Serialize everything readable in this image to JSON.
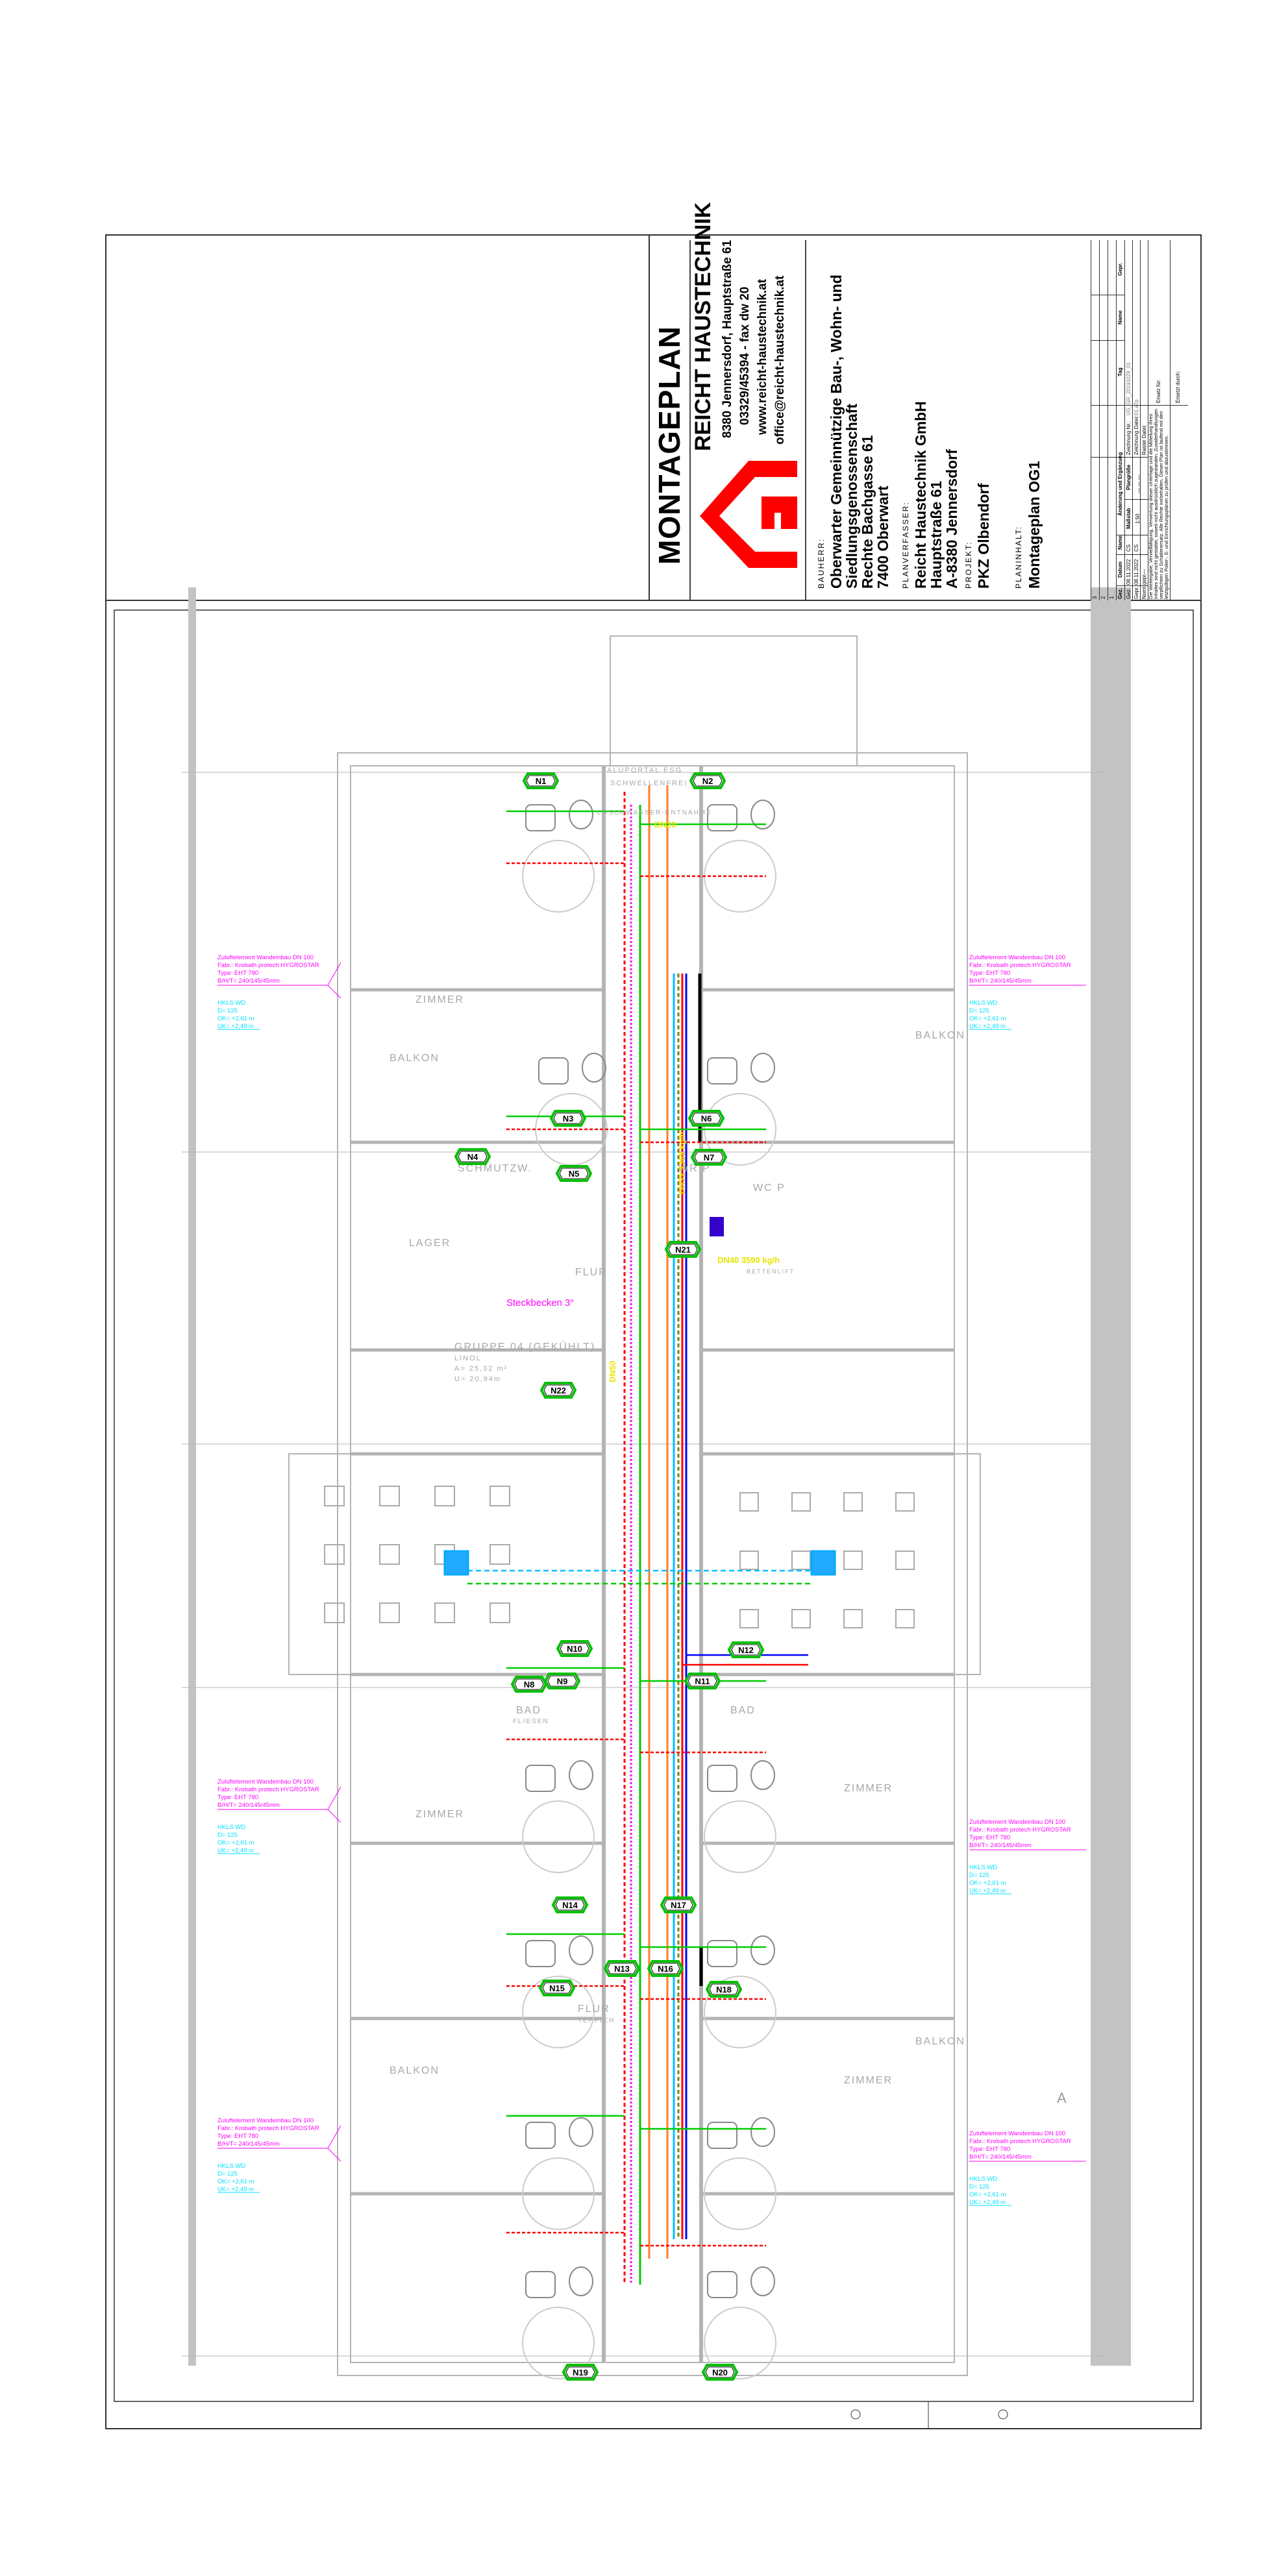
{
  "title_block": {
    "title": "MONTAGEPLAN",
    "company": {
      "name": "REICHT HAUSTECHNIK",
      "address": "8380 Jennersdorf, Hauptstraße 61",
      "phone": "03329/45394 - fax dw 20",
      "web": "www.reicht-haustechnik.at",
      "email": "office@reicht-haustechnik.at",
      "logo_color": "#ff0000"
    },
    "bauherr_label": "BAUHERR:",
    "bauherr_lines": [
      "Oberwarter Gemeinnützige Bau-, Wohn- und",
      "Siedlungsgenossenschaft",
      "Rechte Bachgasse 61",
      "7400 Oberwart"
    ],
    "planverfasser_label": "PLANVERFASSER:",
    "planverfasser_lines": [
      "Reicht Haustechnik GmbH",
      "Hauptstraße 61",
      "A-8380 Jennersdorf"
    ],
    "projekt_label": "PROJEKT:",
    "projekt": "PKZ Olbendorf",
    "planinhalt_label": "PLANINHALT:",
    "planinhalt": "Montageplan OG1",
    "table": {
      "revision_rows": [
        "3",
        "2",
        "1"
      ],
      "header": {
        "gez": "Gez.",
        "datum": "Datum",
        "name": "Name",
        "aenderung": "Änderung und Ergänzung",
        "tag": "Tag",
        "name2": "Name",
        "gepr": "Gepr."
      },
      "rows": [
        {
          "label": "Gez.",
          "datum": "08.11.2022",
          "name": "CS"
        },
        {
          "label": "Gepr.",
          "datum": "08.11.2022",
          "name": "CS"
        },
        {
          "label": "Norm gepr.",
          "datum": "—",
          "name": ""
        }
      ],
      "massstab_label": "Maßstab",
      "massstab": "1:50",
      "plangroesse_label": "Plangröße",
      "plangroesse": "— — —",
      "zeichnung_nr_label": "Zeichnung Nr.:",
      "zeichnung_nr": "UG_GR_20191029_01",
      "zeichnung_datei_label": "Zeichnung Datei:",
      "zeichnung_datei": "01.a7p",
      "raster_datei_label": "Raster Datei:",
      "ersatz_fuer_label": "Ersatz für:",
      "ersetzt_durch_label": "Ersetzt durch:",
      "disclaimer": "Die Weitergabe, Vervielfältigung, Verwertung dieser Unterlage und die Mitteilung Ihres Inhaltes sind nicht gestattet, soweit nicht ausdrücklich zugestanden. Zuwiderhandlungen verpflichten zu Schadenersatz. Alle Rechte vorbehalten. Dieser Plan ist laufend mit den letztgültigen Polier-, E- und Einrichtungsplänen zu prüfen und abzustimmen."
    }
  },
  "plan": {
    "annotations": [
      {
        "element": "Zuluftelement Wandeinbau DN 100",
        "fabr": "Fabr.: Krobath protech HYGROSTAR",
        "type": "Type: EHT 780",
        "dims": "B/H/T= 240/145/45mm",
        "hkls": "HKLS WD",
        "d": "D= 125",
        "ok": "OK= +2,61 m",
        "uk": "UK= +2,49 m"
      },
      {
        "element": "Zuluftelement Wandeinbau DN 100",
        "fabr": "Fabr.: Krobath protech HYGROSTAR",
        "type": "Type: EHT 780",
        "dims": "B/H/T= 240/145/45mm",
        "hkls": "HKLS WD",
        "d": "D= 125",
        "ok": "OK= +2,61 m",
        "uk": "UK= +2,49 m"
      },
      {
        "element": "Zuluftelement Wandeinbau DN 100",
        "fabr": "Fabr.: Krobath protech HYGROSTAR",
        "type": "Type: EHT 780",
        "dims": "B/H/T= 240/145/45mm",
        "hkls": "HKLS WD",
        "d": "D= 125",
        "ok": "OK= +2,61 m",
        "uk": "UK= +2,49 m"
      },
      {
        "element": "Zuluftelement Wandeinbau DN 100",
        "fabr": "Fabr.: Krobath protech HYGROSTAR",
        "type": "Type: EHT 780",
        "dims": "B/H/T= 240/145/45mm",
        "hkls": "HKLS WD",
        "d": "D= 125",
        "ok": "OK= +2,61 m",
        "uk": "UK= +2,49 m"
      },
      {
        "element": "Zuluftelement Wandeinbau DN 100",
        "fabr": "Fabr.: Krobath protech HYGROSTAR",
        "type": "Type: EHT 780",
        "dims": "B/H/T= 240/145/45mm",
        "hkls": "HKLS WD",
        "d": "D= 125",
        "ok": "OK= +2,61 m",
        "uk": "UK= +2,49 m"
      },
      {
        "element": "Zuluftelement Wandeinbau DN 100",
        "fabr": "Fabr.: Krobath protech HYGROSTAR",
        "type": "Type: EHT 780",
        "dims": "B/H/T= 240/145/45mm",
        "hkls": "HKLS WD",
        "d": "D= 125",
        "ok": "OK= +2,61 m",
        "uk": "UK= +2,49 m"
      }
    ],
    "nodes": [
      "N1",
      "N2",
      "N3",
      "N4",
      "N5",
      "N6",
      "N7",
      "N21",
      "N22",
      "N8",
      "N9",
      "N10",
      "N11",
      "N12",
      "N13",
      "N14",
      "N15",
      "N16",
      "N17",
      "N18",
      "N19",
      "N20"
    ],
    "pipe_labels": {
      "dn20": "DN20",
      "dn32": "DN32 1369 kg/h",
      "dn40": "DN40 3590 kg/h",
      "dn50": "DN50"
    },
    "steckbecken": "Steckbecken 3°",
    "rooms": {
      "balkon": "BALKON",
      "bad": "BAD",
      "fliesen": "FLIESEN",
      "flur": "FLUR",
      "teppich": "TEPPICH",
      "wr": "WR P",
      "wc": "WC P",
      "schmutz": "SCHMUTZW.",
      "gruppe": "GRUPPE 04 (GEKÜHLT)",
      "linol": "LINOL",
      "area": "A= 25,32 m²",
      "umfang": "U= 20,94m",
      "lift": "BETTENLIFT",
      "zimmer": "ZIMMER",
      "lager": "LAGER",
      "aluportal": "ALUPORTAL ESG",
      "schwellen": "SCHWELLENFREI",
      "loesch": "LÖSCHWASSER-ENTNAHME"
    },
    "colors": {
      "wall": "#b4b4b4",
      "red": "#ff0000",
      "magenta": "#ff00ff",
      "green": "#00cc00",
      "orange": "#ff7f27",
      "cyan": "#00bfff",
      "blue": "#0000ff",
      "olive": "#808000",
      "yellow": "#ffff00",
      "node_border": "#00c000"
    }
  }
}
